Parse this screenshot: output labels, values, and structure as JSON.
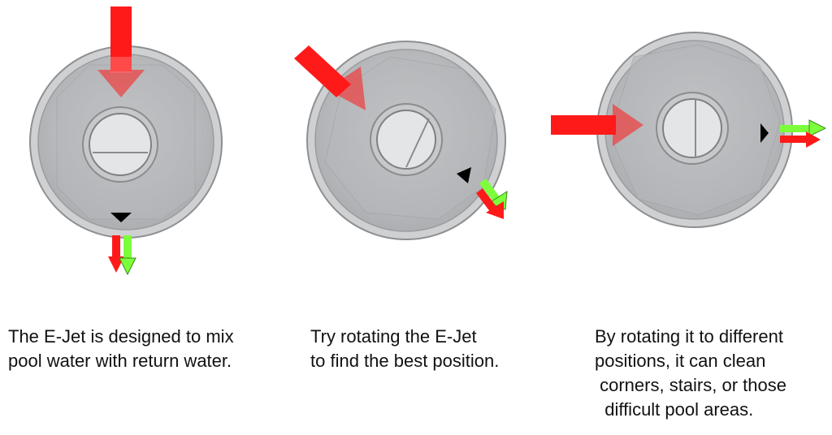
{
  "colors": {
    "body_fill": "#bfc0c2",
    "body_edge": "#8d8f92",
    "arrow_red": "#ff1a1a",
    "arrow_green": "#7cff3a",
    "marker": "#000000"
  },
  "panels": [
    {
      "caption_lines": [
        "The E-Jet is designed to mix",
        "pool water with return water."
      ]
    },
    {
      "caption_lines": [
        "Try rotating the E-Jet",
        "to find the best position."
      ]
    },
    {
      "caption_lines": [
        "By rotating it to different",
        "positions, it can clean",
        " corners, stairs, or those",
        "  difficult pool areas."
      ]
    }
  ]
}
